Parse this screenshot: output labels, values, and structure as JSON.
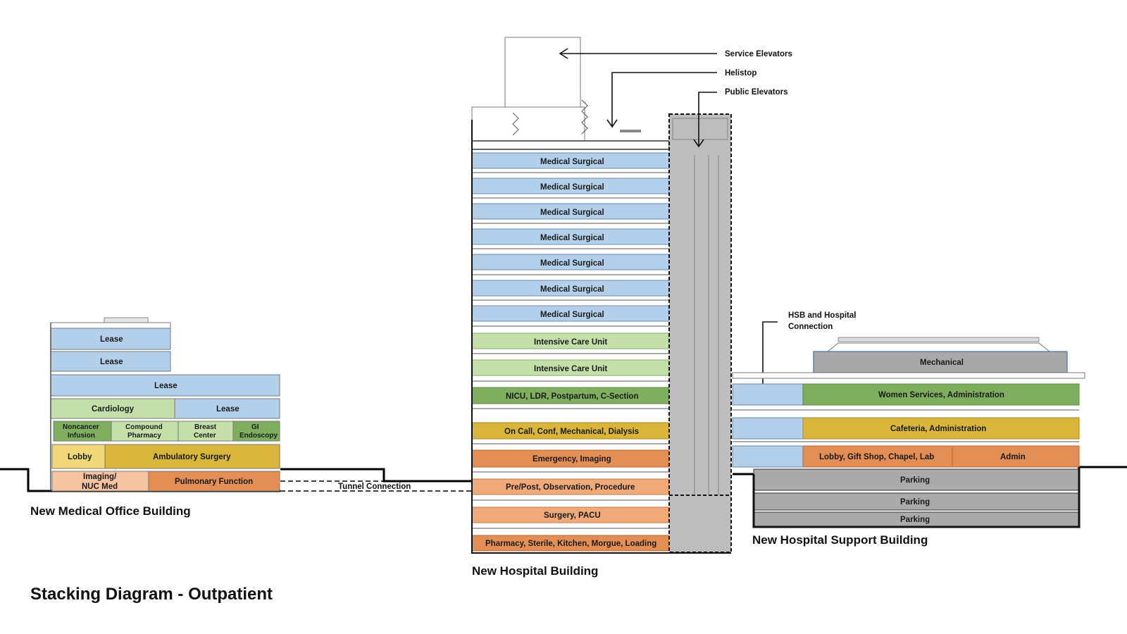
{
  "title": "Stacking Diagram - Outpatient",
  "buildings": {
    "medical_office": {
      "name": "New Medical Office Building",
      "floors": {
        "f7": "Lease",
        "f6": "Lease",
        "f5": "Lease",
        "f4a": "Cardiology",
        "f4b": "Lease",
        "f3a_1": "Noncancer",
        "f3a_2": "Infusion",
        "f3b_1": "Compound",
        "f3b_2": "Pharmacy",
        "f3c_1": "Breast",
        "f3c_2": "Center",
        "f3d_1": "GI",
        "f3d_2": "Endoscopy",
        "f2a": "Lobby",
        "f2b": "Ambulatory Surgery",
        "f1a_1": "Imaging/",
        "f1a_2": "NUC Med",
        "f1b": "Pulmonary Function"
      }
    },
    "hospital": {
      "name": "New Hospital Building",
      "floors": {
        "f15": "Medical Surgical",
        "f14": "Medical Surgical",
        "f13": "Medical Surgical",
        "f12": "Medical Surgical",
        "f11": "Medical Surgical",
        "f10": "Medical Surgical",
        "f9": "Medical Surgical",
        "f8": "Intensive Care Unit",
        "f7": "Intensive Care Unit",
        "f6": "NICU, LDR, Postpartum, C-Section",
        "f4": "On Call, Conf, Mechanical, Dialysis",
        "f3": "Emergency, Imaging",
        "f2": "Pre/Post, Observation, Procedure",
        "f1": "Surgery, PACU",
        "b1": "Pharmacy, Sterile, Kitchen, Morgue, Loading"
      }
    },
    "support": {
      "name": "New Hospital Support Building",
      "floors": {
        "roof": "Mechanical",
        "f3": "Women Services, Administration",
        "f2": "Cafeteria, Administration",
        "f1a": "Lobby, Gift Shop, Chapel, Lab",
        "f1b": "Admin",
        "p1": "Parking",
        "p2": "Parking",
        "p3": "Parking"
      }
    }
  },
  "callouts": {
    "service_elevators": "Service Elevators",
    "helistop": "Helistop",
    "public_elevators": "Public Elevators",
    "hsb_connection_1": "HSB and Hospital",
    "hsb_connection_2": "Connection",
    "tunnel": "Tunnel Connection"
  },
  "colors": {
    "blue": "#b4cfe9",
    "green_light": "#c4e0a8",
    "green_dark": "#7fae5f",
    "yellow": "#d9b53a",
    "yellow_light": "#f0d877",
    "orange": "#e38e55",
    "orange_light": "#f5c3a0",
    "gray": "#b8b8b8"
  }
}
